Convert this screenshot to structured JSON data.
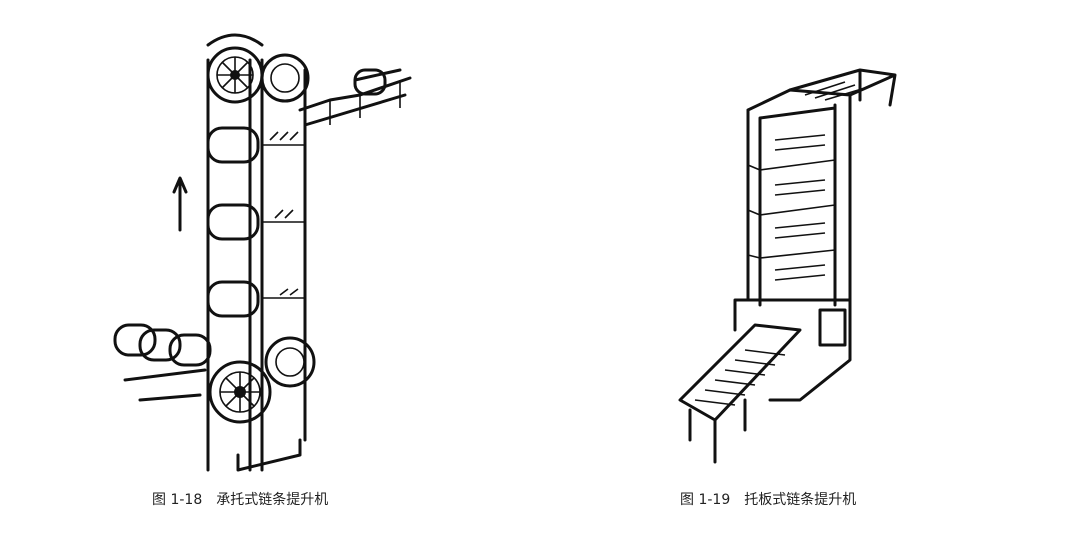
{
  "figures": [
    {
      "number": "图 1-18",
      "title": "承托式链条提升机"
    },
    {
      "number": "图 1-19",
      "title": "托板式链条提升机"
    }
  ]
}
